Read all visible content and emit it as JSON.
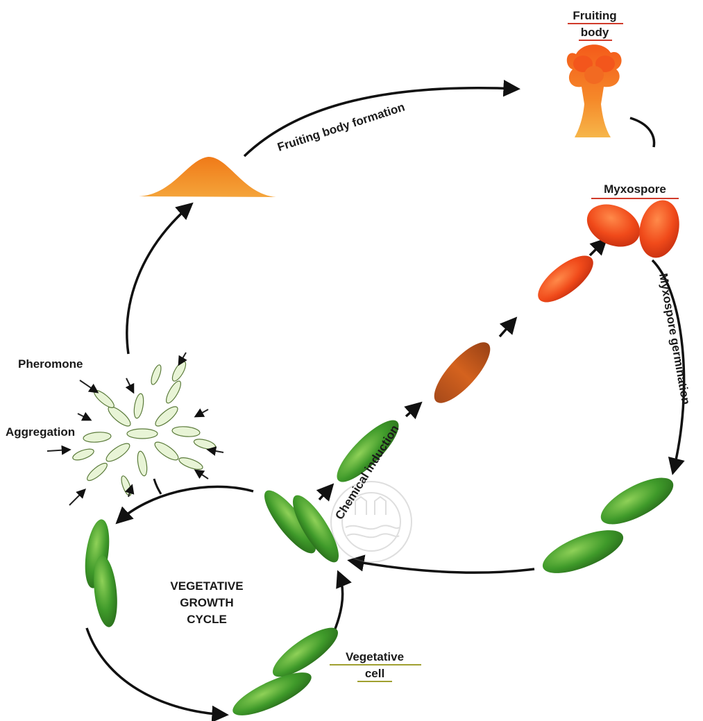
{
  "labels": {
    "fruiting_body": [
      "Fruiting",
      "body"
    ],
    "fruiting_body_formation": "Fruiting body formation",
    "myxospore": "Myxospore",
    "myxospore_germination": "Myxospore germination",
    "chemical_induction": "Chemical induction",
    "pheromone": "Pheromone",
    "aggregation": "Aggregation",
    "vegetative_cell": [
      "Vegetative",
      "cell"
    ],
    "cycle_title": [
      "VEGETATIVE",
      "GROWTH",
      "CYCLE"
    ]
  },
  "colors": {
    "cell_green": "#3f9a2a",
    "cell_green_light": "#7cc24a",
    "spore_red": "#f04a1a",
    "spore_orange": "#f57a20",
    "mound_orange": "#f08a1e",
    "transition_brown": "#c0501e",
    "label_underline_red": "#d03a2a",
    "label_underline_green": "#a0a030",
    "arrow": "#111111"
  },
  "icons": [
    "fruiting-body-icon",
    "mound-icon",
    "myxospore-icon",
    "aggregation-cluster-icon",
    "vegetative-cell-icon",
    "watermark-seal-icon"
  ]
}
